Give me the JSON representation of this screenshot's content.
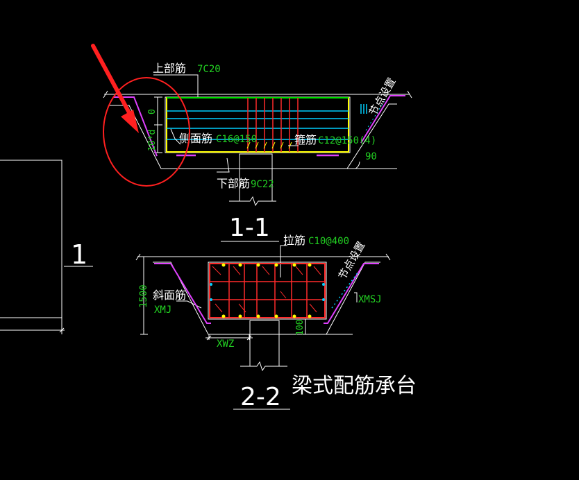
{
  "colors": {
    "background": "#000000",
    "outline": "#ffffff",
    "dimension_text": "#22d022",
    "label_text": "#ffffff",
    "top_bar": "#00e000",
    "side_bar": "#00d0ff",
    "stirrup": "#ff2a2a",
    "bottom_bar": "#ffff00",
    "slope_bar": "#e040ff",
    "annotation_red": "#ff2020"
  },
  "section_1": {
    "title": "1-1",
    "top_bar_label": "上部筋",
    "top_bar_spec": "7C20",
    "side_bar_label": "侧面筋",
    "side_bar_spec": "C16@150",
    "stirrup_label": "箍筋",
    "stirrup_spec": "C12@150(4)",
    "bottom_bar_label": "下部筋",
    "bottom_bar_spec": "9C22",
    "node_setting": "节点设置",
    "angle": "90",
    "dim_zero": "0",
    "dim_10d": "10*d"
  },
  "section_2": {
    "title": "2-2",
    "tie_label": "拉筋",
    "tie_spec": "C10@400",
    "slope_label": "斜面筋",
    "slope_code": "XMJ",
    "depth": "1500",
    "node_setting": "节点设置",
    "xmsj": "XMSJ",
    "xwz": "XWZ",
    "dim_100": "100"
  },
  "caption": "梁式配筋承台",
  "left_label": "1"
}
